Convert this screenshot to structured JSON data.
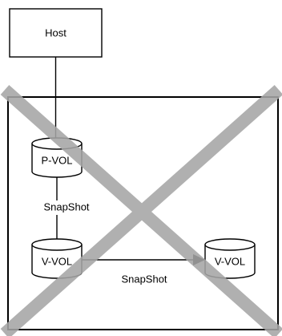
{
  "host_label": "Host",
  "pvol_label": "P-VOL",
  "vvol1_label": "V-VOL",
  "vvol2_label": "V-VOL",
  "snapshot_label_vertical": "SnapShot",
  "snapshot_label_horizontal": "SnapShot",
  "cross_color": "#a6a6a6"
}
